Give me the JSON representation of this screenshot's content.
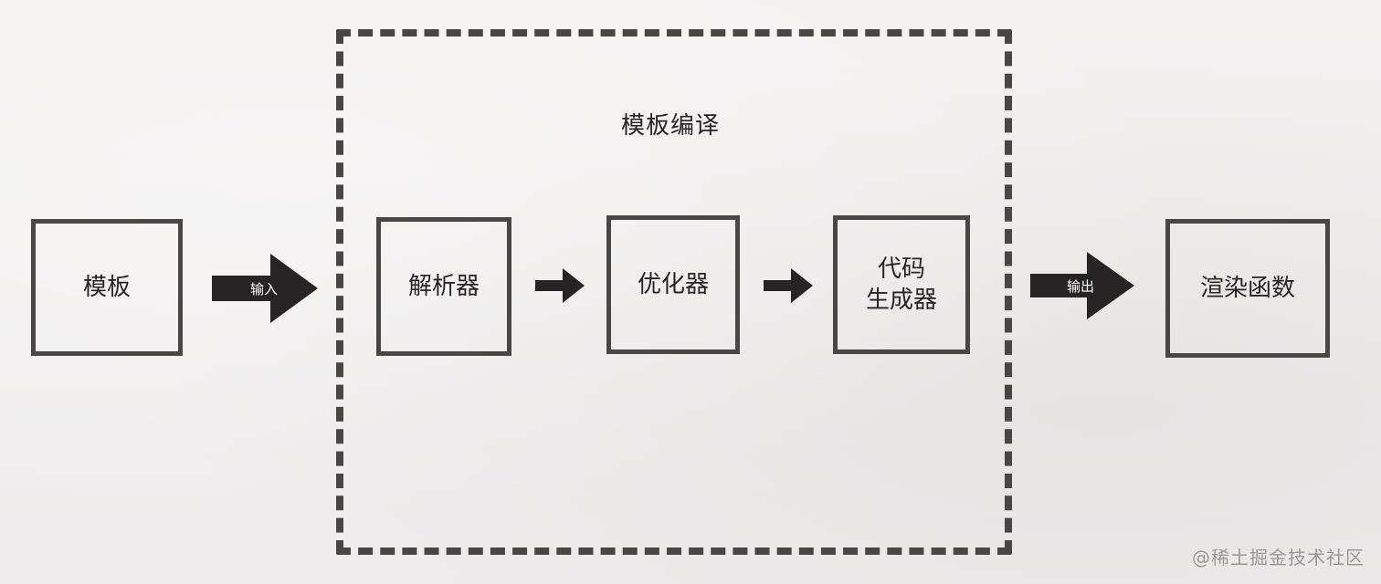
{
  "diagram": {
    "group": {
      "title": "模板编译"
    },
    "nodes": {
      "template": "模板",
      "parser": "解析器",
      "optimizer": "优化器",
      "codegen": "代码\n生成器",
      "render_function": "渲染函数"
    },
    "edges": {
      "input_label": "输入",
      "output_label": "输出"
    }
  },
  "watermark": {
    "text": "@稀土掘金技术社区"
  }
}
